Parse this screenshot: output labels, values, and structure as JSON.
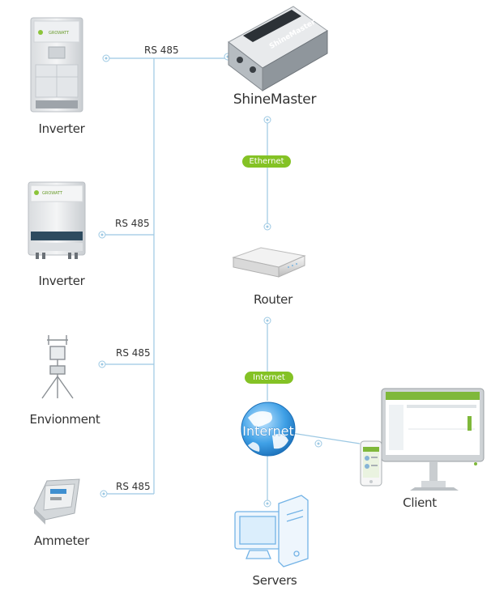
{
  "devices": {
    "inverter_1": "Inverter",
    "inverter_2": "Inverter",
    "environment": "Envionment",
    "ammeter": "Ammeter",
    "shinemaster": "ShineMaster",
    "router": "Router",
    "servers": "Servers",
    "client": "Client"
  },
  "device_brand": "GROWATT",
  "shinemaster_case_text": "ShineMaster",
  "links": {
    "rs485": [
      "RS 485",
      "RS 485",
      "RS 485",
      "RS 485"
    ],
    "ethernet": "Ethernet",
    "internet": "Internet"
  },
  "globe_label": "Internet",
  "colors": {
    "connector_line": "#9cc8e3",
    "pill_green": "#84c225",
    "globe_blue": "#2f8fd8"
  }
}
